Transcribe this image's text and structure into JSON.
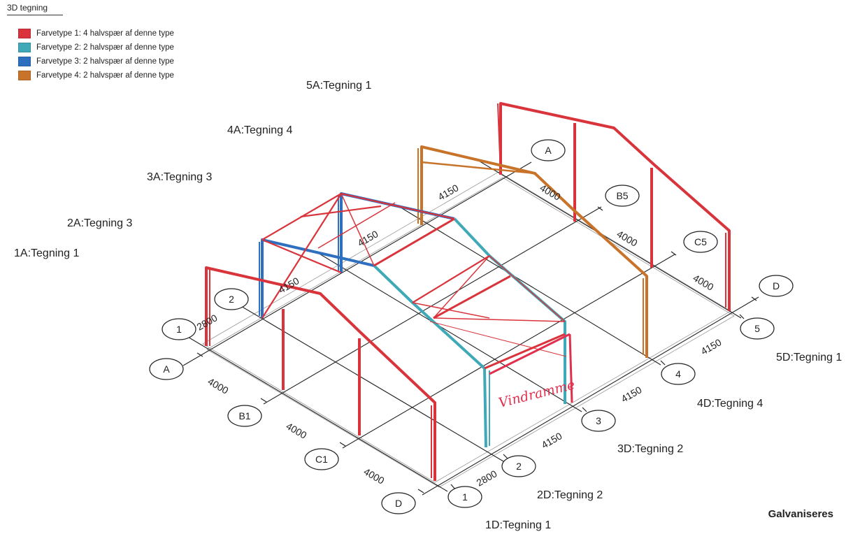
{
  "title": "3D tegning",
  "legend": [
    {
      "label": "Farvetype 1: 4 halvspær af denne type",
      "color": "#d9343b"
    },
    {
      "label": "Farvetype 2: 2 halvspær af denne type",
      "color": "#3fa9b8"
    },
    {
      "label": "Farvetype 3: 2 halvspær af denne type",
      "color": "#2f6fc0"
    },
    {
      "label": "Farvetype 4: 2 halvspær af denne type",
      "color": "#c8732a"
    }
  ],
  "frame_labels": {
    "a5": "5A:Tegning 1",
    "a4": "4A:Tegning 4",
    "a3": "3A:Tegning 3",
    "a2": "2A:Tegning 3",
    "a1": "1A:Tegning 1",
    "d5": "5D:Tegning 1",
    "d4": "4D:Tegning 4",
    "d3": "3D:Tegning 2",
    "d2": "2D:Tegning 2",
    "d1": "1D:Tegning 1"
  },
  "grid": {
    "left_axes": [
      "1",
      "2"
    ],
    "top_axes": [
      "A",
      "B5",
      "C5",
      "D"
    ],
    "left_col_axes": [
      "A",
      "B1",
      "C1",
      "D"
    ],
    "right_axes": [
      "5",
      "4",
      "3",
      "2",
      "1"
    ],
    "dims_left": [
      "4000",
      "4000",
      "4000"
    ],
    "dims_top": [
      "4000",
      "4000",
      "4000"
    ],
    "dims_right": [
      "4150",
      "4150",
      "4150",
      "2800"
    ],
    "dims_inner": [
      "2800",
      "4150",
      "4150",
      "4150"
    ]
  },
  "handwritten_note": "Vindramme",
  "note": "Galvaniseres"
}
